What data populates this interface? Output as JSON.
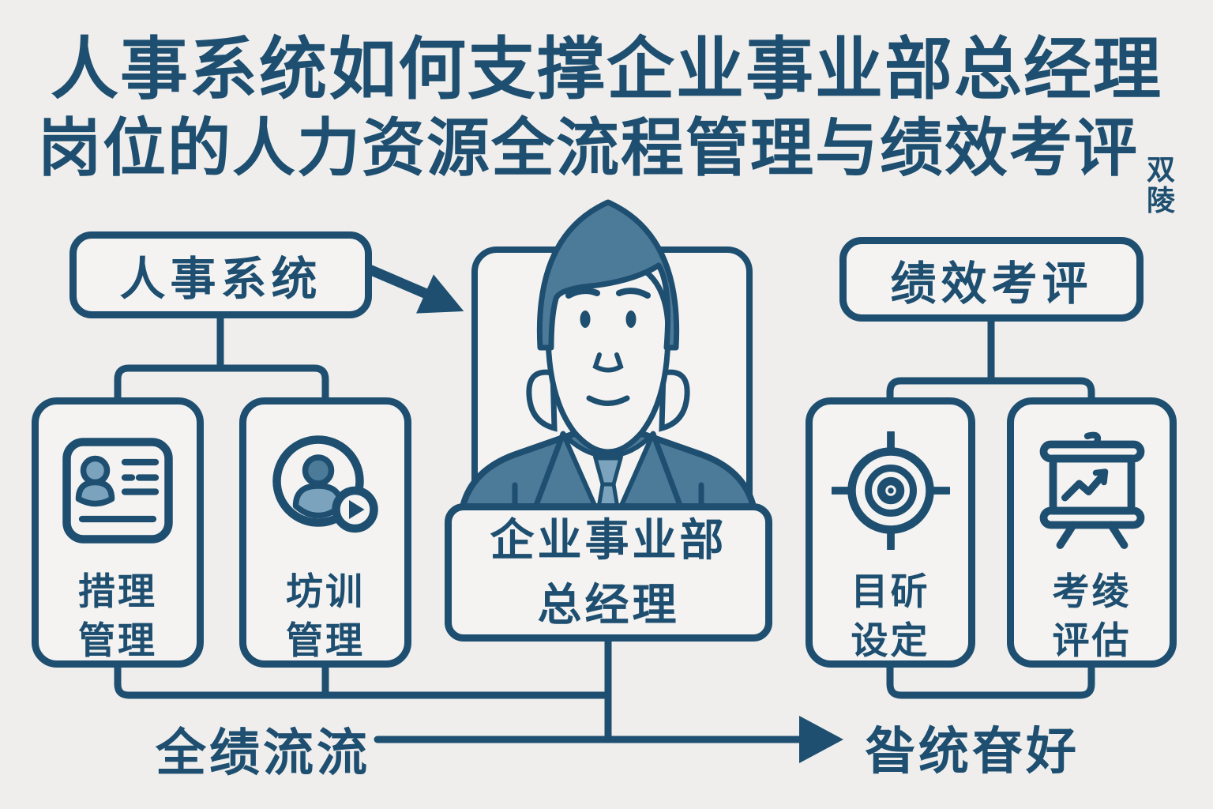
{
  "title": {
    "line1": "人事系统如何支撑企业事业部总经理",
    "line2": "岗位的人力资源全流程管理与绩效考评",
    "annotation": {
      "top": "双",
      "bottom": "陵"
    }
  },
  "left_branch": {
    "root_label": "人事系统",
    "child1": {
      "line1": "措理",
      "line2": "管理",
      "icon": "id-card-icon"
    },
    "child2": {
      "line1": "坊训",
      "line2": "管理",
      "icon": "trainee-play-icon"
    }
  },
  "center": {
    "line1": "企业事业部",
    "line2": "总经理",
    "figure": "businessman-portrait"
  },
  "right_branch": {
    "root_label": "绩效考评",
    "child1": {
      "line1": "目斫",
      "line2": "设定",
      "icon": "target-icon"
    },
    "child2": {
      "line1": "考绫",
      "line2": "评估",
      "icon": "presentation-chart-icon"
    }
  },
  "bottom": {
    "left_label": "全绩流流",
    "right_label": "昝统眘好"
  },
  "colors": {
    "ink": "#1e4f70",
    "background": "#efeeec",
    "box_fill": "#f4f3f1",
    "figure_fill": "#4c7a99",
    "figure_light": "#7ba3bd"
  }
}
